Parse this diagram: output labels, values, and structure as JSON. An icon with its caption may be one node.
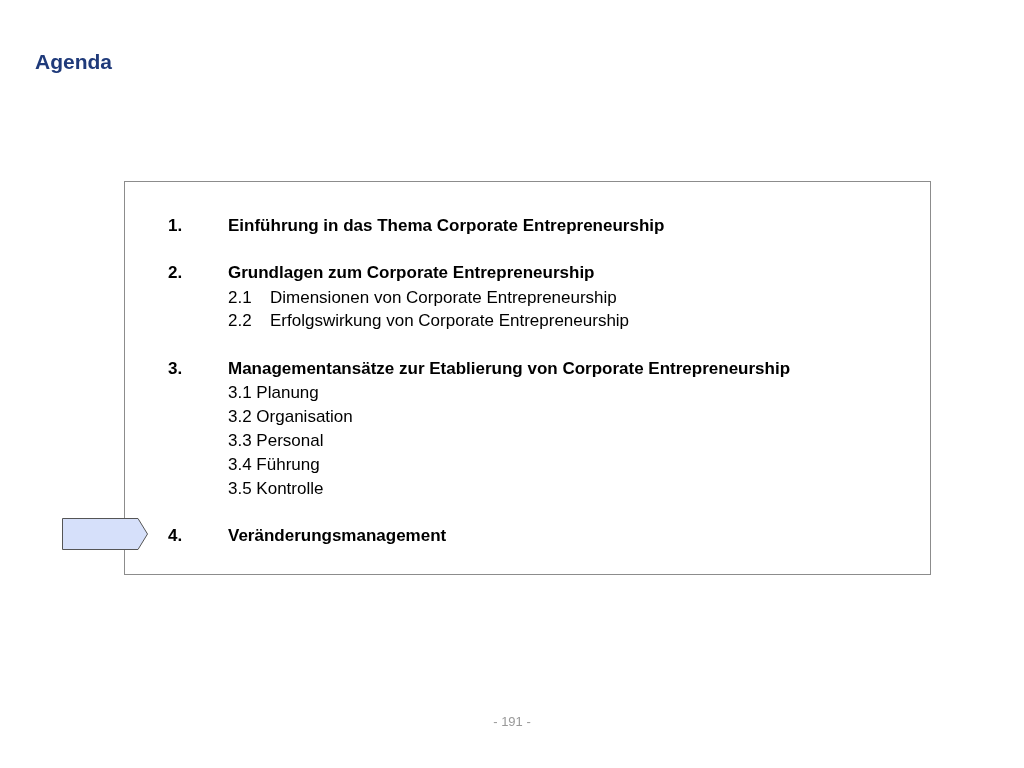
{
  "diagram": {
    "title": "Agenda",
    "nodes": [
      {
        "text": [
          "1.",
          "Einführung in das Thema Corporate Entrepreneurship",
          "2.",
          "Grundlagen zum Corporate Entrepreneurship",
          "2.1",
          "Dimensionen von Corporate Entrepreneurship",
          "2.2",
          "Erfolgswirkung von Corporate Entrepreneurship",
          "3.",
          "Managementansätze zur Etablierung von Corporate Entrepreneurship",
          "3.1 Planung",
          "3.2 Organisation",
          "3.3 Personal",
          "3.4 Führung",
          "3.5 Kontrolle",
          "4.",
          "Veränderungsmanagement"
        ]
      },
      {
        "text": [],
        "shape": "pentagon"
      }
    ],
    "edges": [],
    "labels": [
      "- 191 -"
    ]
  }
}
